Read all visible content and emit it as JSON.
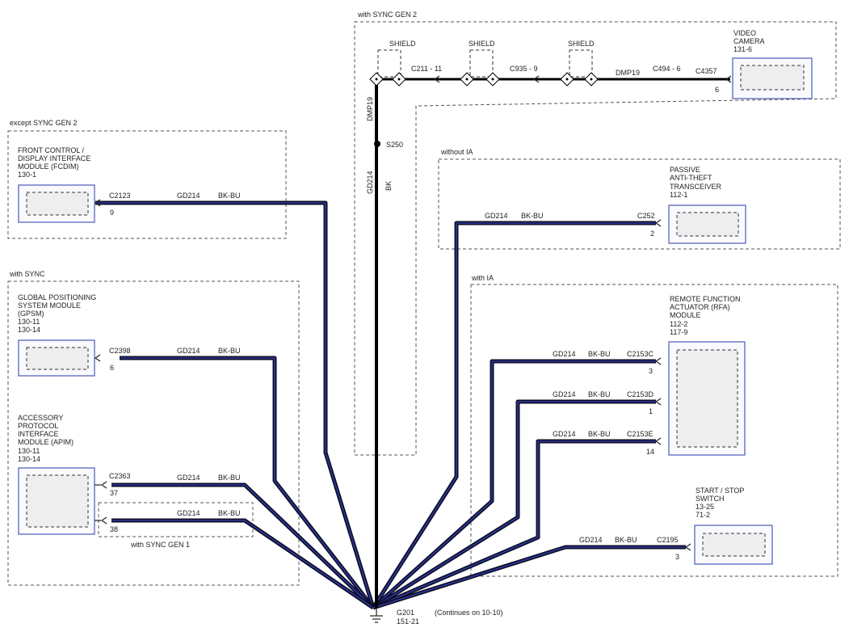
{
  "zones": {
    "except_sync_gen2": "except SYNC GEN 2",
    "with_sync": "with SYNC",
    "with_sync_gen2": "with SYNC GEN 2",
    "without_ia": "without IA",
    "with_ia": "with IA",
    "with_sync_gen1": "with SYNC GEN 1"
  },
  "modules": {
    "fcdim": {
      "lines": [
        "FRONT CONTROL /",
        "DISPLAY INTERFACE",
        "MODULE (FCDIM)",
        "130-1"
      ]
    },
    "gpsm": {
      "lines": [
        "GLOBAL POSITIONING",
        "SYSTEM MODULE",
        "(GPSM)",
        "130-11",
        "130-14"
      ]
    },
    "apim": {
      "lines": [
        "ACCESSORY",
        "PROTOCOL",
        "INTERFACE",
        "MODULE (APIM)",
        "130-11",
        "130-14"
      ]
    },
    "camera": {
      "lines": [
        "VIDEO",
        "CAMERA",
        "131-6"
      ]
    },
    "pats": {
      "lines": [
        "PASSIVE",
        "ANTI-THEFT",
        "TRANSCEIVER",
        "112-1"
      ]
    },
    "rfa": {
      "lines": [
        "REMOTE FUNCTION",
        "ACTUATOR (RFA)",
        "MODULE",
        "112-2",
        "117-9"
      ]
    },
    "ssw": {
      "lines": [
        "START / STOP",
        "SWITCH",
        "13-25",
        "71-2"
      ]
    }
  },
  "circuit": {
    "code": "GD214",
    "color": "BK-BU"
  },
  "connectors": {
    "c2123": "C2123",
    "c2123_pin": "9",
    "c2398": "C2398",
    "c2398_pin": "6",
    "c2363": "C2363",
    "c2363_pin37": "37",
    "c2363_pin38": "38",
    "c252": "C252",
    "c252_pin": "2",
    "c2153c": "C2153C",
    "c2153c_pin": "3",
    "c2153d": "C2153D",
    "c2153d_pin": "1",
    "c2153e": "C2153E",
    "c2153e_pin": "14",
    "c2195": "C2195",
    "c2195_pin": "3",
    "c4357": "C4357",
    "c4357_pin": "6",
    "c211": "C211 - 11",
    "c935": "C935 - 9",
    "c494": "C494 - 6"
  },
  "shield_label": "SHIELD",
  "dmp19": "DMP19",
  "splice": "S250",
  "gd214_vertical": "GD214",
  "bk_vertical": "BK",
  "ground": {
    "id": "G201",
    "ref": "151-21",
    "note": "(Continues on 10-10)"
  }
}
